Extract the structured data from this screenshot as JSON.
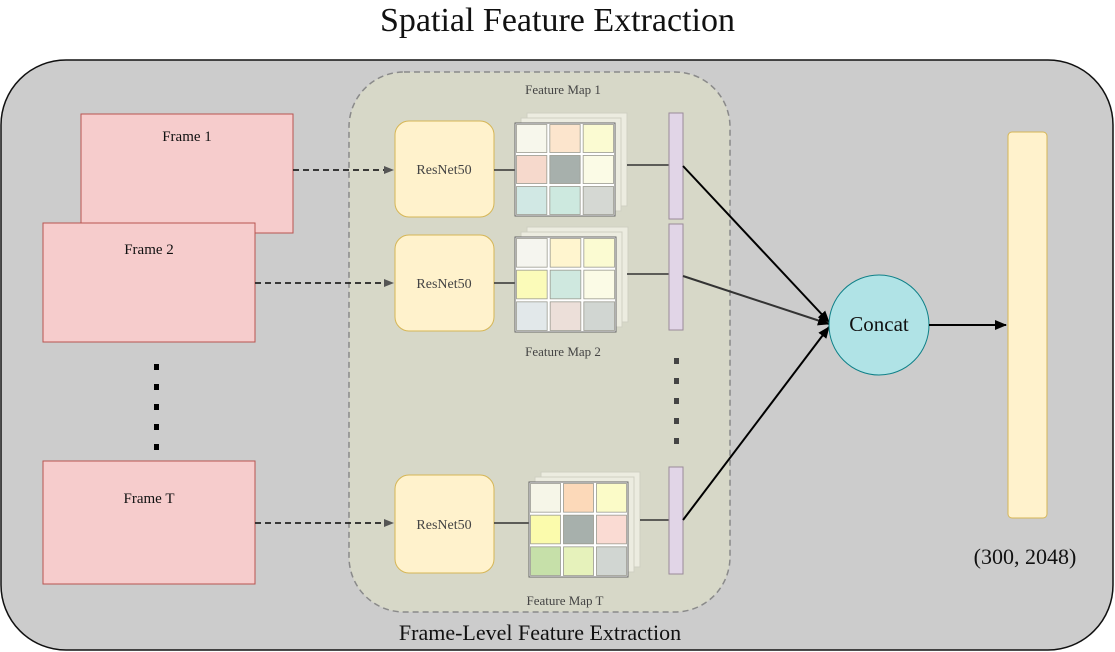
{
  "title": "Spatial Feature Extraction",
  "frames": [
    {
      "label": "Frame 1"
    },
    {
      "label": "Frame 2"
    },
    {
      "label": "Frame T"
    }
  ],
  "encoders": [
    {
      "label": "ResNet50"
    },
    {
      "label": "ResNet50"
    },
    {
      "label": "ResNet50"
    }
  ],
  "feature_maps": [
    {
      "label": "Feature Map 1",
      "cells": [
        "#f7f7ec",
        "#fce5cd",
        "#fbfbd2",
        "#f6d9cc",
        "#a7b0ac",
        "#fbfbe6",
        "#d1e8e4",
        "#cde9df",
        "#d5d8d3"
      ]
    },
    {
      "label": "Feature Map 2",
      "cells": [
        "#f5f5ef",
        "#fff5cf",
        "#fbfbd2",
        "#fbfbb9",
        "#cfe8df",
        "#fbfbe6",
        "#e2e8ea",
        "#ecdfd9",
        "#d1d6d2"
      ]
    },
    {
      "label": "Feature Map T",
      "cells": [
        "#f6f6e8",
        "#fcd9b9",
        "#fbfbc8",
        "#fbfbac",
        "#a7b0ac",
        "#fadbd3",
        "#c6e0a9",
        "#e6f2bb",
        "#d1d6d2"
      ]
    }
  ],
  "concat_label": "Concat",
  "output_shape": "(300, 2048)",
  "panel_label": "Frame-Level Feature Extraction",
  "colors": {
    "outer_panel": "#cccccc",
    "inner_panel": "#d7d8c8",
    "frame_fill": "#f6cccc",
    "frame_stroke": "#b85450",
    "resnet_fill": "#fff2cc",
    "resnet_stroke": "#d6b656",
    "concat_fill": "#b0e3e6",
    "concat_stroke": "#0e8088",
    "vector_fill": "#e1d5e7",
    "output_fill": "#fff2cc"
  }
}
